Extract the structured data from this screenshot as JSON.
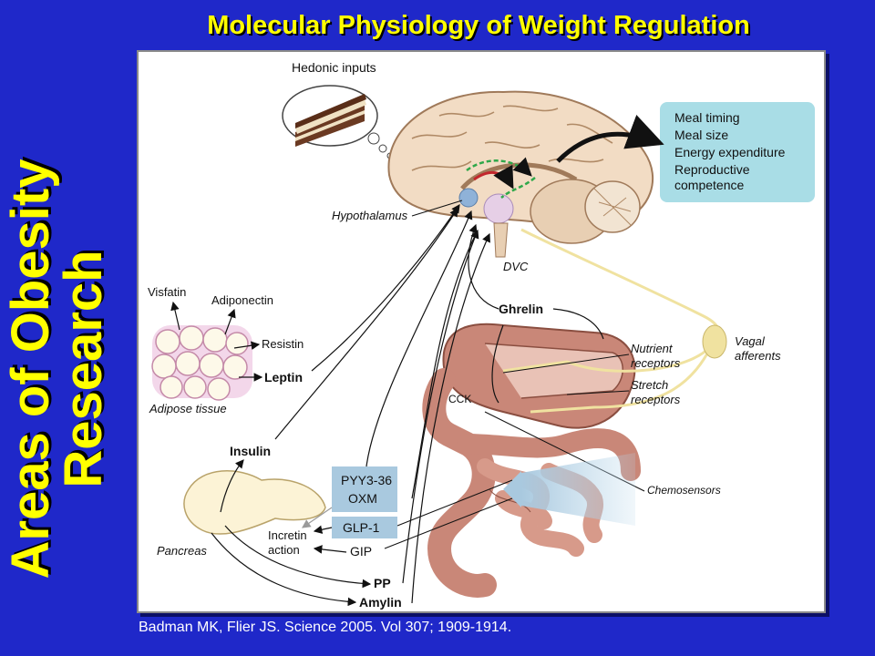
{
  "slide": {
    "title": "Molecular Physiology of Weight Regulation",
    "side_title_line1": "Areas of Obesity",
    "side_title_line2": "Research",
    "citation": "Badman MK, Flier JS. Science 2005. Vol 307; 1909-1914."
  },
  "diagram": {
    "hedonic_inputs": "Hedonic inputs",
    "outcomes": [
      "Meal timing",
      "Meal size",
      "Energy expenditure",
      "Reproductive",
      "competence"
    ],
    "hypothalamus": "Hypothalamus",
    "dvc": "DVC",
    "ghrelin": "Ghrelin",
    "vagal_afferents": [
      "Vagal",
      "afferents"
    ],
    "nutrient_receptors": [
      "Nutrient",
      "receptors"
    ],
    "stretch_receptors": [
      "Stretch",
      "receptors"
    ],
    "cck": "CCK",
    "chemosensors": "Chemosensors",
    "visfatin": "Visfatin",
    "adiponectin": "Adiponectin",
    "resistin": "Resistin",
    "leptin": "Leptin",
    "adipose_tissue": "Adipose tissue",
    "insulin": "Insulin",
    "pyy_oxm": [
      "PYY3-36",
      "OXM"
    ],
    "glp1": "GLP-1",
    "gip": "GIP",
    "incretin_action": [
      "Incretin",
      "action"
    ],
    "pancreas": "Pancreas",
    "pp": "PP",
    "amylin": "Amylin"
  },
  "colors": {
    "background": "#1f28c9",
    "title": "#ffff00",
    "outcome_box": "#a9dde6",
    "hormone_box": "#a9c9df",
    "brain": "#f2dcc4",
    "gut": "#c98778",
    "vagal_nerve": "#f0e2a0"
  }
}
